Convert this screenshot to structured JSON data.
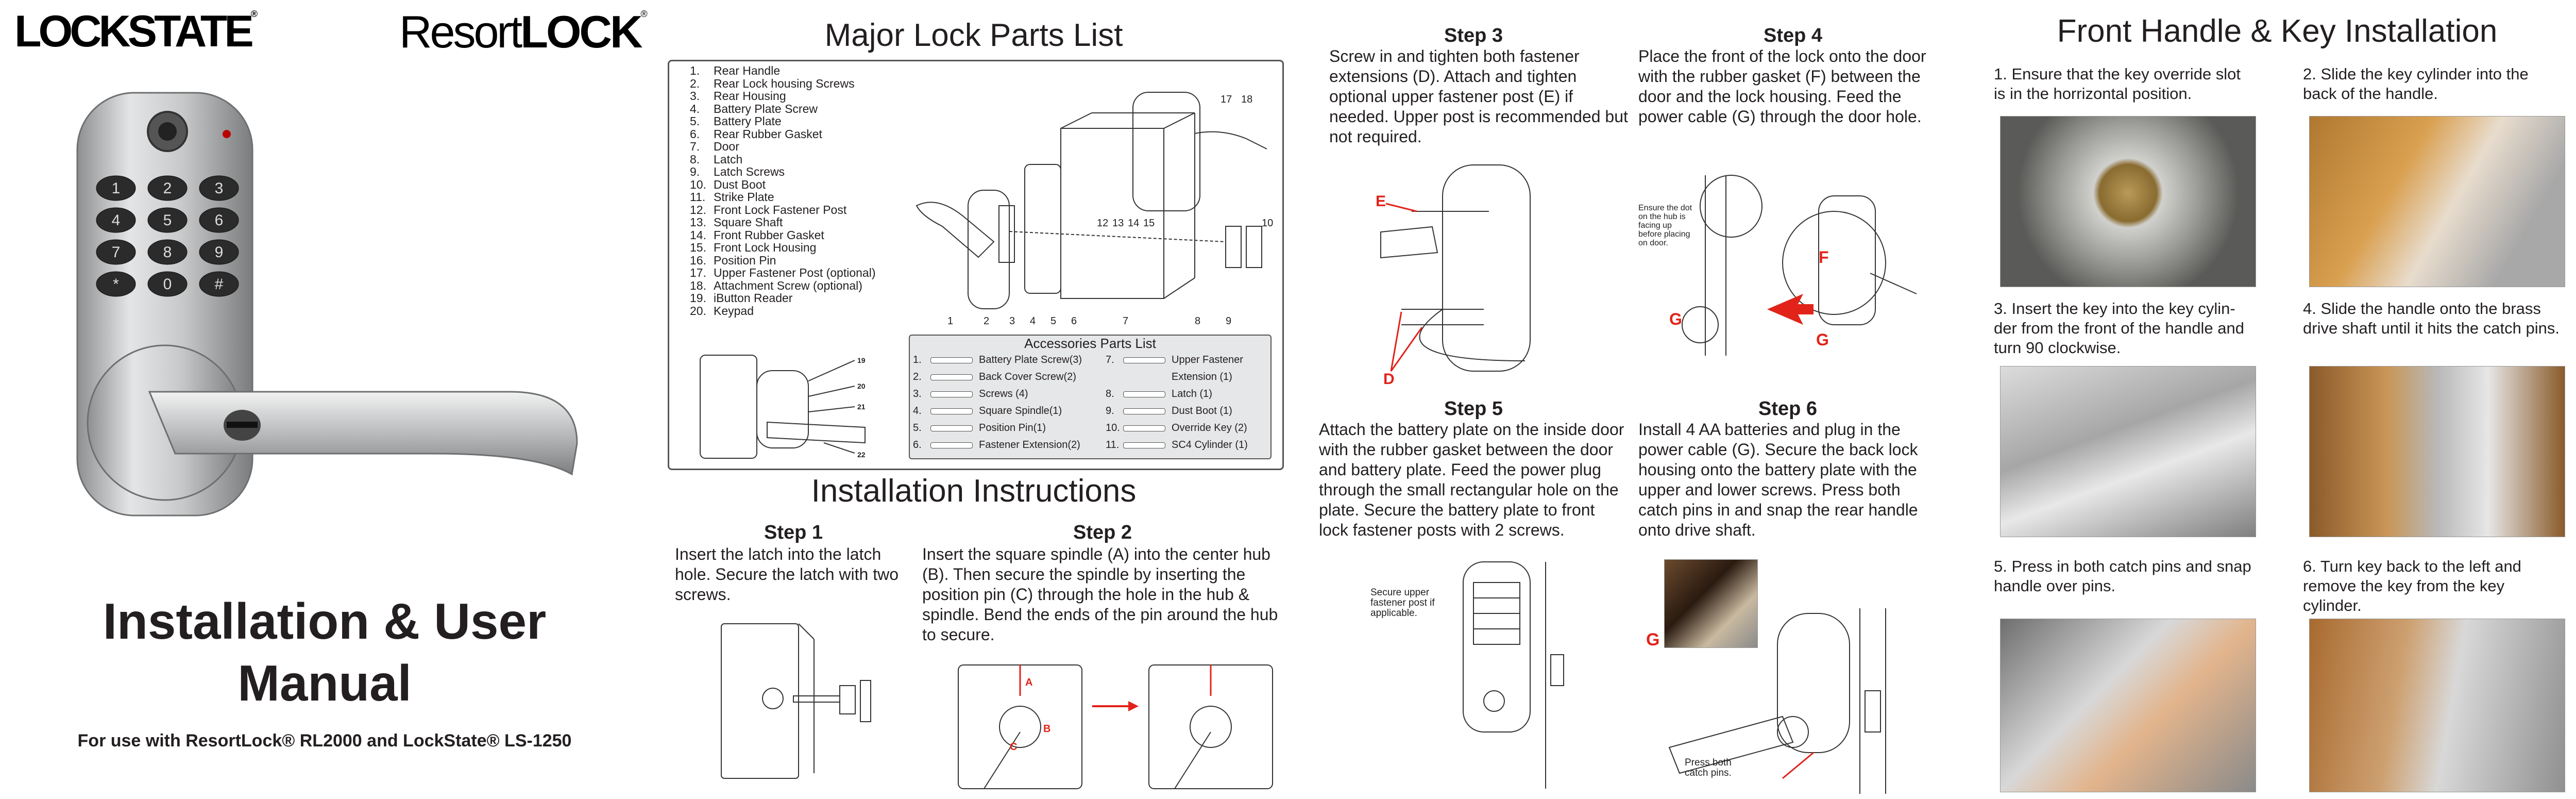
{
  "brand": {
    "lockstate": "LOCKSTATE",
    "resortlock_a": "Resort",
    "resortlock_b": "LOCK",
    "reg": "®"
  },
  "cover": {
    "title_line1": "Installation & User",
    "title_line2": "Manual",
    "subtitle": "For use with ResortLock® RL2000 and LockState® LS-1250"
  },
  "keypad": [
    "1",
    "2",
    "3",
    "4",
    "5",
    "6",
    "7",
    "8",
    "9",
    "*",
    "0",
    "#"
  ],
  "parts": {
    "title": "Major Lock Parts List",
    "items": [
      {
        "n": "1.",
        "label": "Rear Handle"
      },
      {
        "n": "2.",
        "label": "Rear Lock housing Screws"
      },
      {
        "n": "3.",
        "label": "Rear Housing"
      },
      {
        "n": "4.",
        "label": "Battery Plate Screw"
      },
      {
        "n": "5.",
        "label": "Battery Plate"
      },
      {
        "n": "6.",
        "label": "Rear Rubber Gasket"
      },
      {
        "n": "7.",
        "label": "Door"
      },
      {
        "n": "8.",
        "label": "Latch"
      },
      {
        "n": "9.",
        "label": "Latch Screws"
      },
      {
        "n": "10.",
        "label": "Dust Boot"
      },
      {
        "n": "11.",
        "label": "Strike Plate"
      },
      {
        "n": "12.",
        "label": "Front Lock Fastener Post"
      },
      {
        "n": "13.",
        "label": "Square Shaft"
      },
      {
        "n": "14.",
        "label": "Front Rubber Gasket"
      },
      {
        "n": "15.",
        "label": "Front Lock Housing"
      },
      {
        "n": "16.",
        "label": "Position Pin"
      },
      {
        "n": "17.",
        "label": "Upper Fastener Post (optional)"
      },
      {
        "n": "18.",
        "label": "Attachment Screw (optional)"
      },
      {
        "n": "19.",
        "label": "iButton Reader"
      },
      {
        "n": "20.",
        "label": "Keypad"
      }
    ],
    "diagram_numbers": [
      "1",
      "2",
      "3",
      "4",
      "5",
      "6",
      "7",
      "8",
      "9",
      "10",
      "12",
      "13",
      "14",
      "15",
      "17",
      "18"
    ],
    "keypad_callouts": [
      "19",
      "20",
      "21",
      "22"
    ],
    "accessories": {
      "title": "Accessories Parts List",
      "left": [
        {
          "n": "1.",
          "label": "Battery Plate Screw(3)"
        },
        {
          "n": "2.",
          "label": "Back Cover Screw(2)"
        },
        {
          "n": "3.",
          "label": "Screws (4)"
        },
        {
          "n": "4.",
          "label": "Square Spindle(1)"
        },
        {
          "n": "5.",
          "label": "Position Pin(1)"
        },
        {
          "n": "6.",
          "label": "Fastener Extension(2)"
        }
      ],
      "right": [
        {
          "n": "7.",
          "label": "Upper Fastener"
        },
        {
          "n": "",
          "label": "Extension (1)"
        },
        {
          "n": "8.",
          "label": "Latch (1)"
        },
        {
          "n": "9.",
          "label": "Dust Boot (1)"
        },
        {
          "n": "10.",
          "label": "Override Key (2)"
        },
        {
          "n": "11.",
          "label": "SC4 Cylinder (1)"
        }
      ]
    }
  },
  "install": {
    "title": "Installation Instructions",
    "step1": {
      "title": "Step 1",
      "text": "Insert the latch into the latch hole.  Secure the latch with two screws."
    },
    "step2": {
      "title": "Step 2",
      "text": "Insert the square spindle (A) into the center hub (B).  Then secure the spindle by inserting the position pin (C) through the hole in the hub & spindle.  Bend the ends of the pin around the hub to secure."
    },
    "step3": {
      "title": "Step 3",
      "text": "Screw in and tighten both fastener extensions (D). Attach and tighten optional upper fastener post (E) if needed.  Upper post is recommended but not required."
    },
    "step4": {
      "title": "Step 4",
      "text": "Place the front of the lock onto the door with the rubber gasket (F) between the door and the lock housing. Feed the power cable (G) through the door hole."
    },
    "step5": {
      "title": "Step 5",
      "text": "Attach the battery plate on the inside door with the rubber gasket between the door and battery plate. Feed the power plug through the small rectangular hole on the plate. Secure the battery plate to front lock fastener posts with 2 screws."
    },
    "step6": {
      "title": "Step 6",
      "text": "Install 4 AA batteries and plug in the power cable (G). Secure the back lock housing onto the battery plate with the upper and lower screws. Press both catch pins in and snap the rear handle onto drive  shaft."
    },
    "labels": {
      "E": "E",
      "D": "D",
      "F": "F",
      "G": "G",
      "step2_a": "A",
      "step2_b": "B",
      "step2_c": "C",
      "ensure_dot": "Ensure the dot on the hub is facing up before placing on door.",
      "secure_upper": "Secure upper fastener post if applicable.",
      "press_both": "Press both catch pins."
    }
  },
  "key_install": {
    "title": "Front Handle & Key Installation",
    "items": [
      "1. Ensure that the key override slot is in the horrizontal position.",
      "2. Slide the key cylinder into the back of the  handle.",
      "3. Insert the key into the key  cylin- der from the front of the  handle and turn 90  clockwise.",
      "4. Slide the handle onto the brass drive shaft until it hits the catch pins.",
      "5. Press in both catch pins and snap handle over pins.",
      "6. Turn key back to the left  and remove the key from the  key cylinder."
    ]
  },
  "colors": {
    "accent_red": "#e2231a",
    "panel_gray": "#e6e7e8",
    "text": "#231f20"
  }
}
